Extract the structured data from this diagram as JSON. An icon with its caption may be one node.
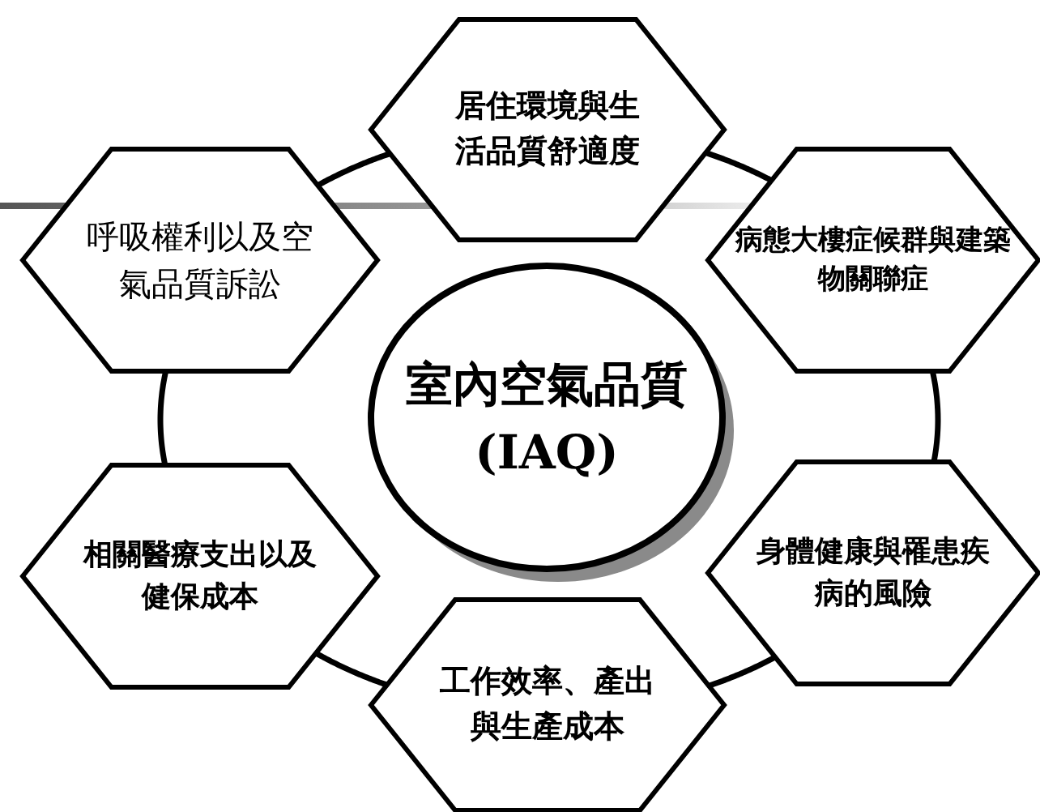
{
  "diagram": {
    "nodes": [
      {
        "text": [
          "居住環境與生活品質舒適度"
        ]
      },
      {
        "text": [
          "呼吸權利以及空氣品質訴訟"
        ]
      },
      {
        "text": [
          "病態大樓症候群與建築物關聯症"
        ]
      },
      {
        "text": [
          "室內空氣品質 (IAQ)"
        ]
      },
      {
        "text": [
          "相關醫療支出以及健保成本"
        ]
      },
      {
        "text": [
          "身體健康與罹患疾病的風險"
        ]
      },
      {
        "text": [
          "工作效率、產出與生產成本"
        ]
      }
    ],
    "edges": [
      {
        "from": 0,
        "to": 2,
        "arrow": "none"
      },
      {
        "from": 2,
        "to": 5,
        "arrow": "none"
      },
      {
        "from": 5,
        "to": 6,
        "arrow": "none"
      },
      {
        "from": 6,
        "to": 4,
        "arrow": "none"
      },
      {
        "from": 4,
        "to": 1,
        "arrow": "none"
      },
      {
        "from": 1,
        "to": 0,
        "arrow": "none"
      }
    ]
  }
}
